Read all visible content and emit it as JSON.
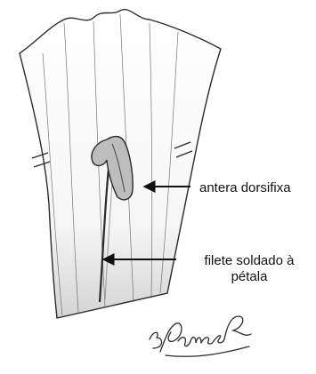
{
  "labels": {
    "anther": "antera dorsifixa",
    "filament_line1": "filete soldado à",
    "filament_line2": "pétala"
  },
  "signature": "VGomesR",
  "colors": {
    "background": "#ffffff",
    "outline": "#2b2b2b",
    "petal_shading": "#d9d9d9",
    "anther_fill": "#bdbdbd",
    "arrow": "#111111"
  }
}
